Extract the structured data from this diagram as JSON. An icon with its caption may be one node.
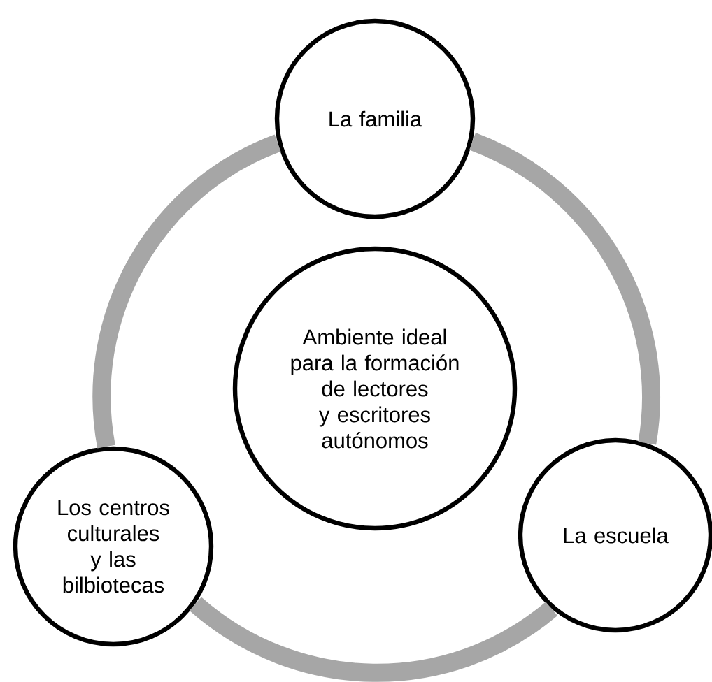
{
  "diagram": {
    "nodes": [
      {
        "text": [
          "La familia"
        ]
      },
      {
        "text": [
          "Ambiente ideal para la formación de lectores y escritores autónomos"
        ]
      },
      {
        "text": [
          "Los centros culturales y las bilbiotecas"
        ]
      },
      {
        "text": [
          "La escuela"
        ]
      }
    ],
    "edges": [
      {
        "from": 0,
        "to": 3,
        "arrow": "none"
      },
      {
        "from": 3,
        "to": 2,
        "arrow": "none"
      },
      {
        "from": 2,
        "to": 0,
        "arrow": "none"
      }
    ]
  }
}
